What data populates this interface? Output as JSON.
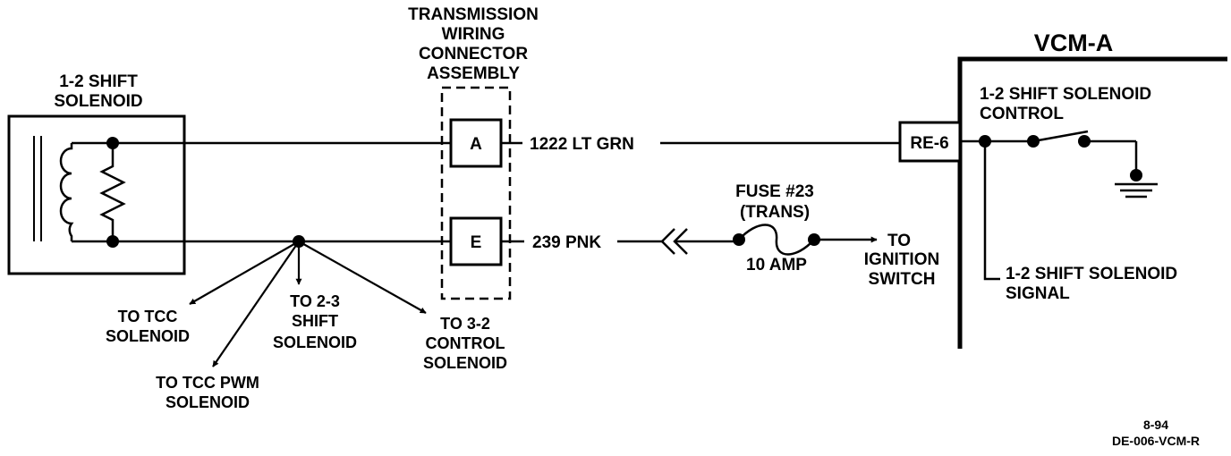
{
  "solenoid": {
    "label_line1": "1-2 SHIFT",
    "label_line2": "SOLENOID"
  },
  "connector": {
    "title_line1": "TRANSMISSION",
    "title_line2": "WIRING",
    "title_line3": "CONNECTOR",
    "title_line4": "ASSEMBLY",
    "pin_a": "A",
    "pin_e": "E"
  },
  "wires": {
    "top": "1222 LT GRN",
    "bottom": "239 PNK"
  },
  "fuse": {
    "name_line1": "FUSE #23",
    "name_line2": "(TRANS)",
    "rating": "10 AMP"
  },
  "ignition": {
    "line1": "TO",
    "line2": "IGNITION",
    "line3": "SWITCH"
  },
  "vcm": {
    "title": "VCM-A",
    "terminal": "RE-6",
    "control_line1": "1-2 SHIFT SOLENOID",
    "control_line2": "CONTROL",
    "signal_line1": "1-2 SHIFT SOLENOID",
    "signal_line2": "SIGNAL"
  },
  "branches": {
    "tcc_line1": "TO TCC",
    "tcc_line2": "SOLENOID",
    "tcc_pwm_line1": "TO TCC PWM",
    "tcc_pwm_line2": "SOLENOID",
    "shift23_line1": "TO 2-3",
    "shift23_line2": "SHIFT",
    "shift23_line3": "SOLENOID",
    "control32_line1": "TO 3-2",
    "control32_line2": "CONTROL",
    "control32_line3": "SOLENOID"
  },
  "footer": {
    "date": "8-94",
    "code": "DE-006-VCM-R"
  }
}
